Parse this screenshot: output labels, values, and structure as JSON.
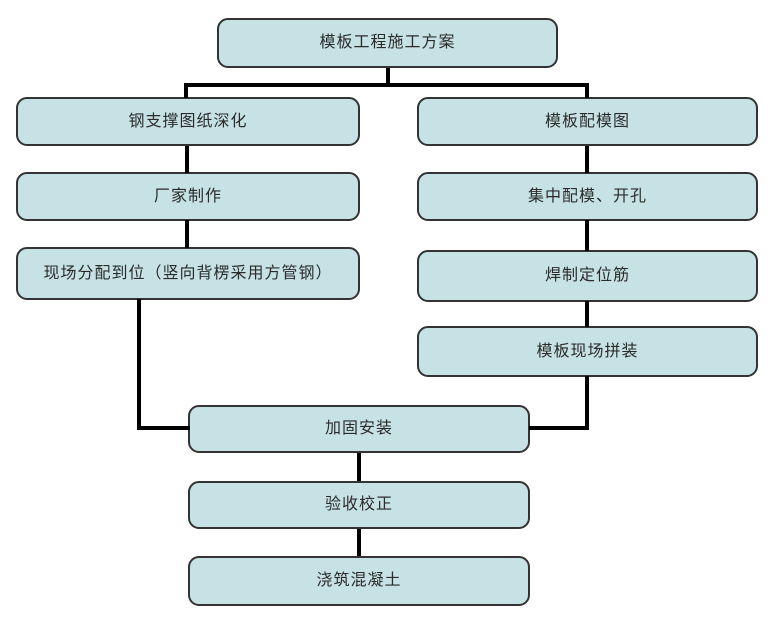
{
  "flowchart": {
    "root": {
      "label": "模板工程施工方案"
    },
    "left_branch": [
      {
        "label": "钢支撑图纸深化"
      },
      {
        "label": "厂家制作"
      },
      {
        "label": "现场分配到位（竖向背楞采用方管钢）"
      }
    ],
    "right_branch": [
      {
        "label": "模板配模图"
      },
      {
        "label": "集中配模、开孔"
      },
      {
        "label": "焊制定位筋"
      },
      {
        "label": "模板现场拼装"
      }
    ],
    "merged_sequence": [
      {
        "label": "加固安装"
      },
      {
        "label": "验收校正"
      },
      {
        "label": "浇筑混凝土"
      }
    ],
    "colors": {
      "node_fill": "#c6e2e4",
      "node_border": "#333333",
      "connector": "#000000",
      "background": "#ffffff",
      "text": "#2b2b2b"
    }
  }
}
